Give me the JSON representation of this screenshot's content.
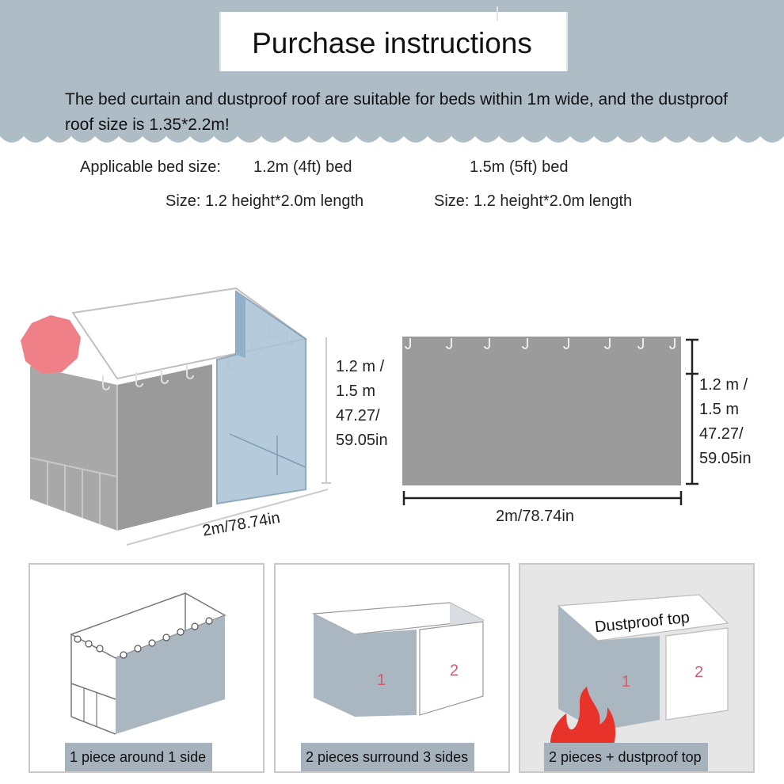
{
  "header": {
    "title": "Purchase instructions",
    "description": "The bed curtain and dustproof roof are suitable for beds within 1m wide, and the dustproof roof size is 1.35*2.2m!"
  },
  "applicable": {
    "label": "Applicable bed size:",
    "size_a": "1.2m (4ft) bed",
    "size_b": "1.5m (5ft) bed",
    "spec_a": "Size: 1.2 height*2.0m length",
    "spec_b": "Size: 1.2 height*2.0m length"
  },
  "diagram_left": {
    "height": "1.2 m /\n1.5 m\n47.27/\n59.05in",
    "length": "2m/78.74in"
  },
  "diagram_right": {
    "height": "1.2 m /\n1.5 m\n47.27/\n59.05in",
    "length": "2m/78.74in"
  },
  "options": [
    {
      "caption": "1 piece around 1 side"
    },
    {
      "caption": "2 pieces surround 3 sides",
      "labels": [
        "1",
        "2"
      ]
    },
    {
      "caption": "2 pieces + dustproof top",
      "labels": [
        "1",
        "2"
      ],
      "top_label": "Dustproof top"
    }
  ],
  "colors": {
    "header_bg": "#aebcc6",
    "curtain_gray": "#9b9b9b",
    "curtain_blue": "#a9c3d6",
    "panel_bluegray": "#aab6c0",
    "badge_pink": "#f08088",
    "flame_red": "#e8332a"
  }
}
